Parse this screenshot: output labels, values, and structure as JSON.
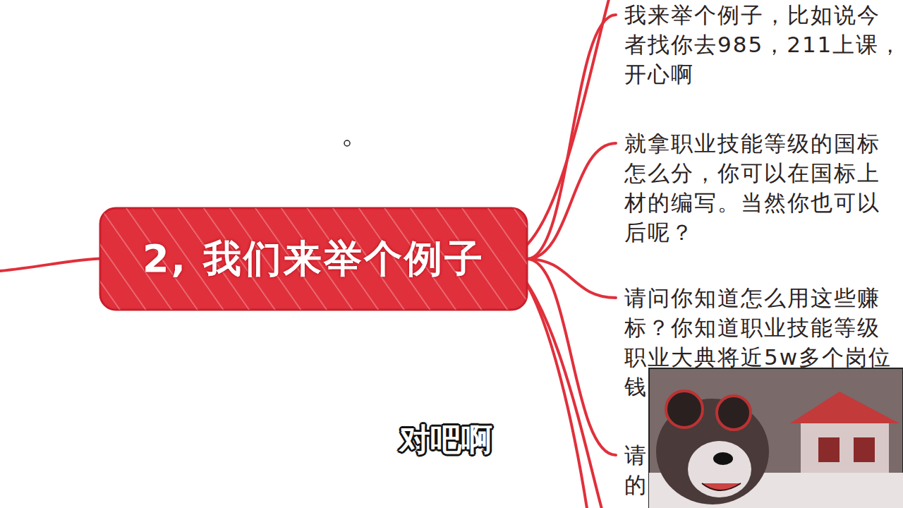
{
  "diagram": {
    "nodes": [
      {
        "text": [
          "2, 我们来举个例子"
        ]
      },
      {
        "text": [
          "我来举个例子，比如说今 者找你去985，211上课， 开心啊"
        ]
      },
      {
        "text": [
          "就拿职业技能等级的国标 怎么分，你可以在国标上 材的编写。当然你也可以 后呢？"
        ]
      },
      {
        "text": [
          "请问你知道怎么用这些赚 标？你知道职业技能等级 职业大典将近5w多个岗位 钱"
        ]
      },
      {
        "text": [
          "请 的"
        ]
      }
    ],
    "edges": [
      {
        "from": 0,
        "to": 1,
        "arrow": "none"
      },
      {
        "from": 0,
        "to": 2,
        "arrow": "none"
      },
      {
        "from": 0,
        "to": 3,
        "arrow": "none"
      },
      {
        "from": 0,
        "to": 4,
        "arrow": "none"
      }
    ],
    "labels": [
      "对吧啊"
    ]
  }
}
